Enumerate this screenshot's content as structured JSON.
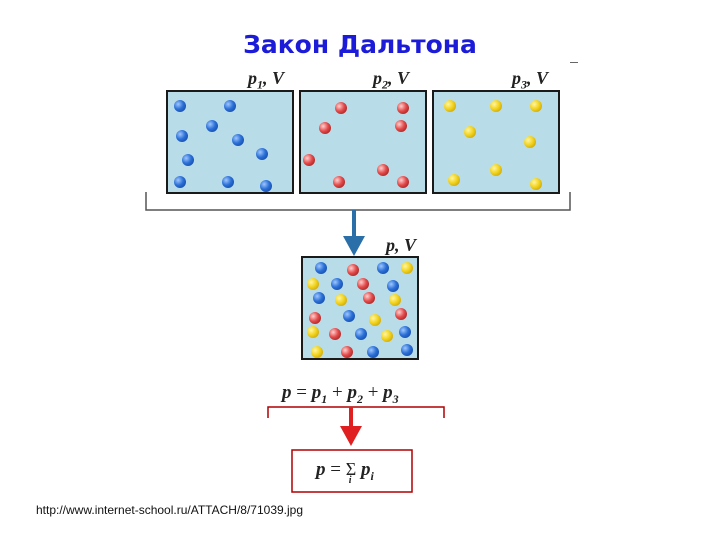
{
  "title": "Закон Дальтона",
  "vessels": [
    {
      "p": "p",
      "sub": "1",
      "v": "V",
      "color": "blue"
    },
    {
      "p": "p",
      "sub": "2",
      "v": "V",
      "color": "red"
    },
    {
      "p": "p",
      "sub": "3",
      "v": "V",
      "color": "yellow"
    }
  ],
  "mixture": {
    "p": "p",
    "v": "V"
  },
  "equation": {
    "lhs": "p",
    "eq": "=",
    "t1": "p",
    "s1": "1",
    "plus1": "+",
    "t2": "p",
    "s2": "2",
    "plus2": "+",
    "t3": "p",
    "s3": "3"
  },
  "sum_equation": {
    "lhs": "p",
    "eq": "=",
    "sigma": "Σ",
    "index": "i",
    "term": "p",
    "term_sub": "i"
  },
  "source_url": "http://www.internet-school.ru/ATTACH/8/71039.jpg",
  "colors": {
    "title": "#1c1cd8",
    "box_fill": "#b8dde8",
    "arrow_blue": "#2a6fa8",
    "arrow_red": "#e02020"
  }
}
